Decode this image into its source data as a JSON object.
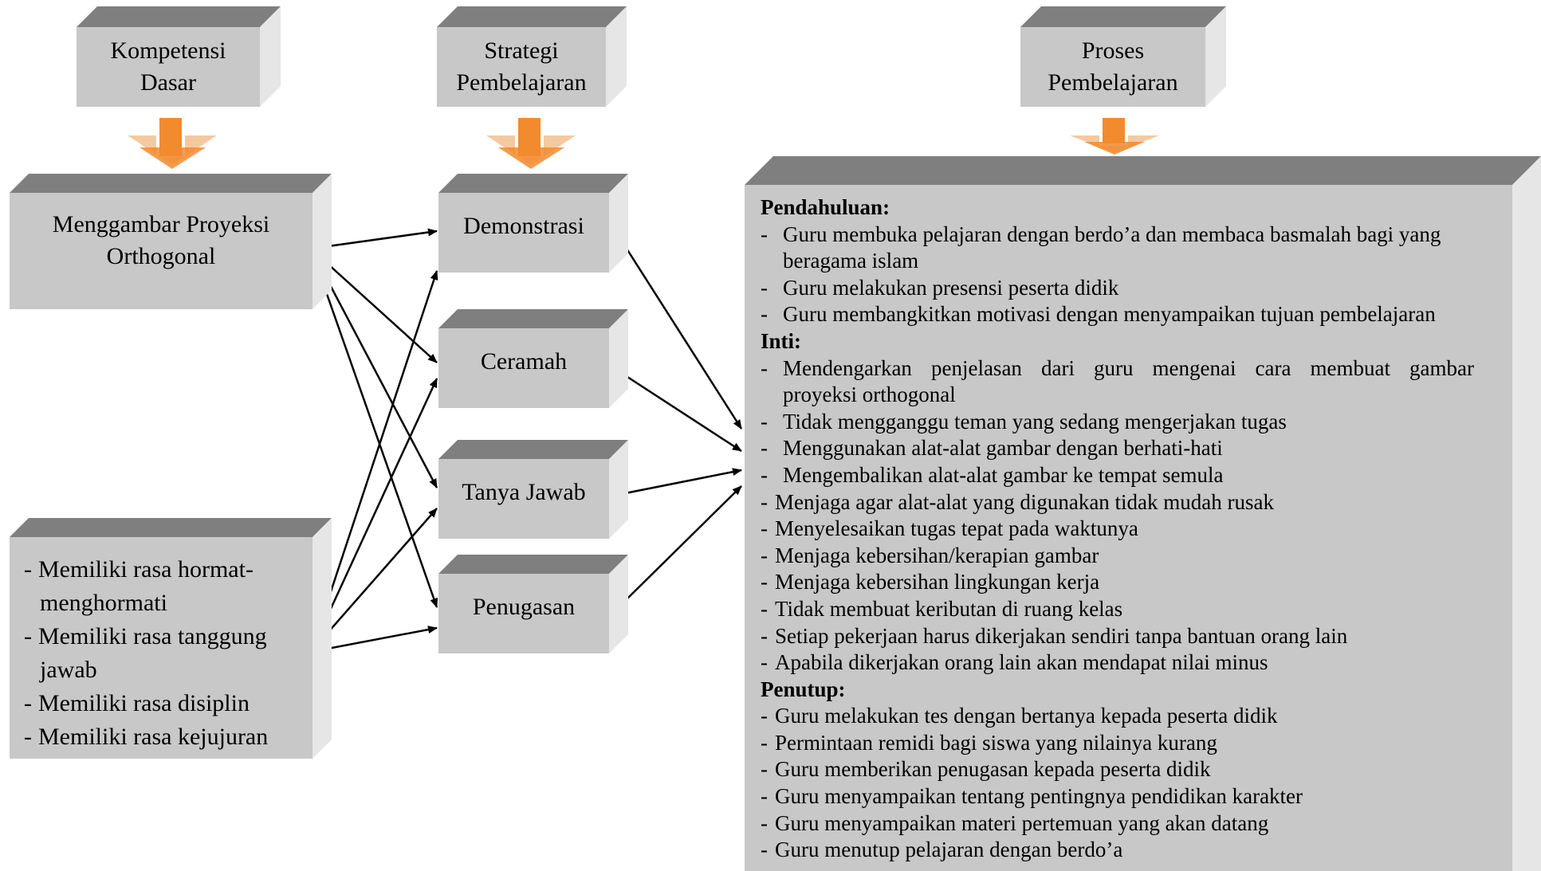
{
  "headers": {
    "kompetensi": [
      "Kompetensi",
      "Dasar"
    ],
    "strategi": [
      "Strategi",
      "Pembelajaran"
    ],
    "proses": [
      "Proses",
      "Pembelajaran"
    ]
  },
  "kompetensi_boxes": {
    "menggambar": [
      "Menggambar Proyeksi",
      "Orthogonal"
    ],
    "sikap": [
      {
        "dash": "-",
        "lines": [
          "Memiliki rasa hormat-",
          "menghormati"
        ]
      },
      {
        "dash": "-",
        "lines": [
          "Memiliki rasa tanggung",
          "jawab"
        ]
      },
      {
        "dash": "-",
        "lines": [
          "Memiliki rasa disiplin"
        ]
      },
      {
        "dash": "-",
        "lines": [
          "Memiliki rasa kejujuran"
        ]
      }
    ]
  },
  "strategi_boxes": [
    "Demonstrasi",
    "Ceramah",
    "Tanya Jawab",
    "Penugasan"
  ],
  "proses": {
    "pendahuluan_title": "Pendahuluan:",
    "pendahuluan": [
      "Guru membuka pelajaran dengan berdo’a dan membaca basmalah bagi yang",
      "beragama islam",
      "Guru melakukan presensi peserta didik",
      "Guru membangkitkan motivasi dengan menyampaikan tujuan pembelajaran"
    ],
    "inti_title": "Inti:",
    "inti_a": [
      "Mendengarkan penjelasan dari guru mengenai cara membuat gambar",
      "proyeksi orthogonal",
      "Tidak mengganggu teman yang sedang mengerjakan tugas",
      "Menggunakan alat-alat gambar dengan berhati-hati",
      "Mengembalikan alat-alat gambar ke tempat semula"
    ],
    "inti_b": [
      "Menjaga agar alat-alat yang digunakan tidak mudah rusak",
      "Menyelesaikan tugas tepat pada waktunya",
      "Menjaga kebersihan/kerapian gambar",
      "Menjaga kebersihan lingkungan kerja",
      "Tidak membuat keributan di ruang kelas",
      "Setiap pekerjaan harus dikerjakan sendiri tanpa bantuan orang lain",
      "Apabila dikerjakan orang lain akan mendapat nilai minus"
    ],
    "penutup_title": "Penutup:",
    "penutup": [
      "Guru melakukan tes dengan bertanya kepada peserta didik",
      "Permintaan remidi bagi siswa yang nilainya kurang",
      "Guru memberikan penugasan kepada peserta didik",
      "Guru menyampaikan tentang pentingnya pendidikan karakter",
      "Guru menyampaikan materi pertemuan yang akan datang",
      "Guru menutup pelajaran dengan berdo’a"
    ]
  },
  "colors": {
    "box_front": "#c8c8c8",
    "box_top": "#7f7f7f",
    "box_side": "#e6e6e6",
    "down_arrow": "#f28a2e",
    "down_arrow_shadow": "#f5c9a0"
  },
  "icons": [
    "down-arrow-icon"
  ]
}
